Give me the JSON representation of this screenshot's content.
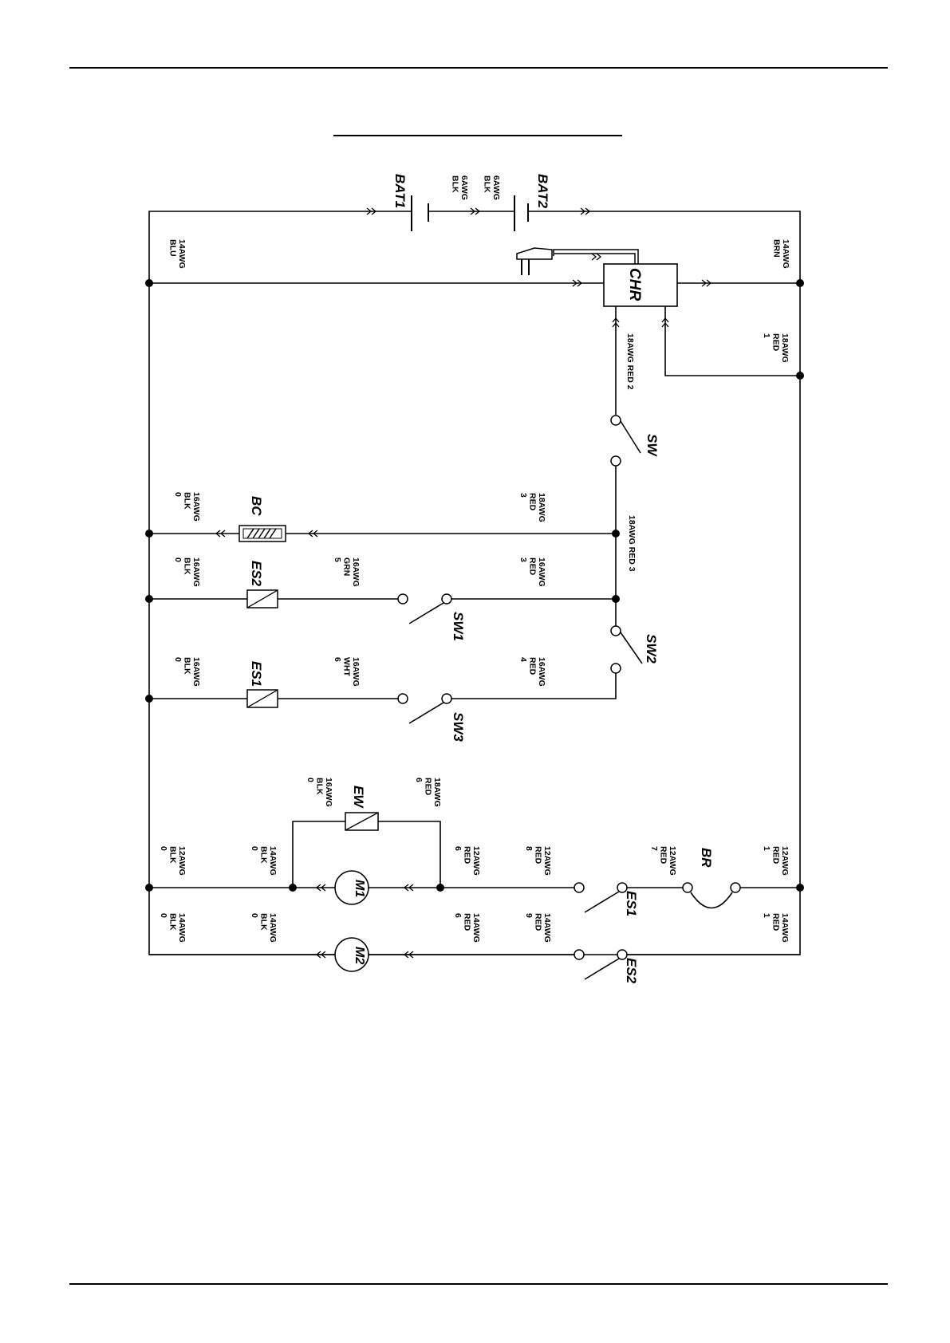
{
  "colors": {
    "ink": "#000000",
    "paper": "#ffffff"
  },
  "header": {
    "title": ""
  },
  "components": {
    "bat1": "BAT1",
    "bat2": "BAT2",
    "chr": "CHR",
    "sw": "SW",
    "bc": "BC",
    "es2": "ES2",
    "sw1": "SW1",
    "sw2": "SW2",
    "es1": "ES1",
    "sw3": "SW3",
    "ew": "EW",
    "m1": "M1",
    "m2": "M2",
    "br": "BR",
    "es1_sw": "ES1",
    "es2_sw": "ES2"
  },
  "wire_labels": {
    "bat_blk1": [
      "6AWG",
      "BLK"
    ],
    "bat_blk2": [
      "6AWG",
      "BLK"
    ],
    "blu": [
      "14AWG",
      "BLU"
    ],
    "brn": [
      "14AWG",
      "BRN"
    ],
    "red1_top": [
      "18AWG",
      "RED",
      "1"
    ],
    "red2_sw": [
      "18AWG RED  2"
    ],
    "blk0_bc": [
      "16AWG",
      "BLK",
      "0"
    ],
    "red3_bc": [
      "18AWG",
      "RED",
      "3"
    ],
    "red3_vert": [
      "18AWG RED  3"
    ],
    "blk0_es2": [
      "16AWG",
      "BLK",
      "0"
    ],
    "grn5": [
      "16AWG",
      "GRN",
      "5"
    ],
    "red3_sw1": [
      "16AWG",
      "RED",
      "3"
    ],
    "blk0_es1": [
      "16AWG",
      "BLK",
      "0"
    ],
    "wht6": [
      "16AWG",
      "WHT",
      "6"
    ],
    "red4": [
      "16AWG",
      "RED",
      "4"
    ],
    "ew_blk0": [
      "16AWG",
      "BLK",
      "0"
    ],
    "ew_red6": [
      "18AWG",
      "RED",
      "6"
    ],
    "m1_blk0_left": [
      "12AWG",
      "BLK",
      "0"
    ],
    "m1_blk0_mid": [
      "14AWG",
      "BLK",
      "0"
    ],
    "m1_red6": [
      "12AWG",
      "RED",
      "6"
    ],
    "red8": [
      "12AWG",
      "RED",
      "8"
    ],
    "red7": [
      "12AWG",
      "RED",
      "7"
    ],
    "red1_m1": [
      "12AWG",
      "RED",
      "1"
    ],
    "m2_blk0_left": [
      "14AWG",
      "BLK",
      "0"
    ],
    "m2_blk0_mid": [
      "14AWG",
      "BLK",
      "0"
    ],
    "red6_m2": [
      "14AWG",
      "RED",
      "6"
    ],
    "red9": [
      "14AWG",
      "RED",
      "9"
    ],
    "red1_m2": [
      "14AWG",
      "RED",
      "1"
    ]
  }
}
